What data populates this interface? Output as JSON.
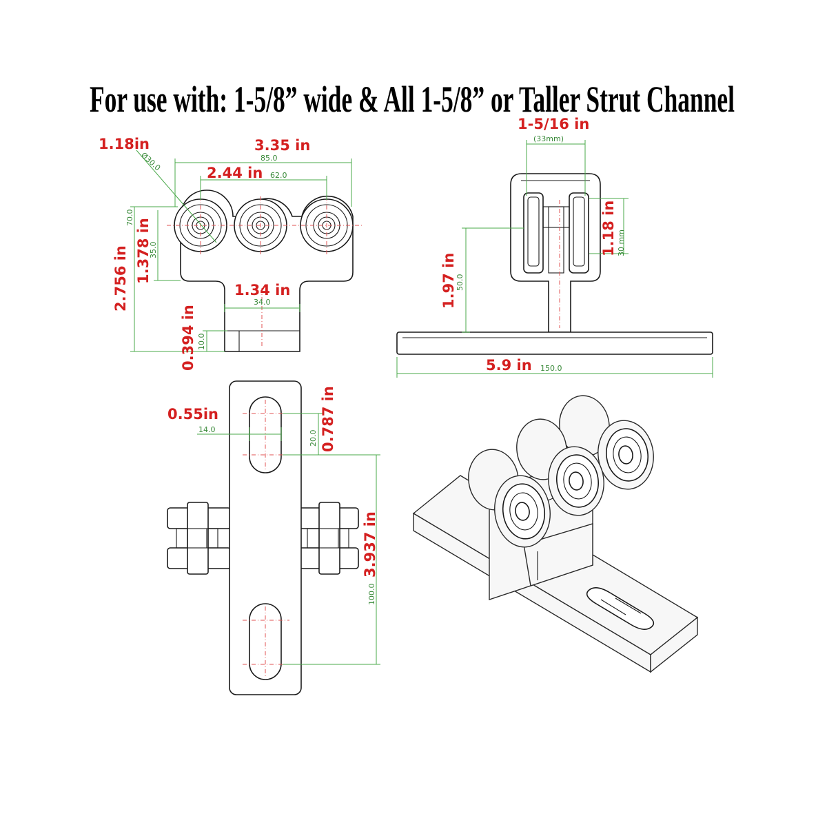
{
  "title": "For use with: 1-5/8” wide & All 1-5/8” or Taller Strut Channel",
  "front_view": {
    "wheel_diameter_in": "1.18in",
    "wheel_diameter_mm": "Ø30.0",
    "overall_width_in": "3.35 in",
    "overall_width_mm": "85.0",
    "wheel_spacing_in": "2.44 in",
    "wheel_spacing_mm": "62.0",
    "overall_height_in": "2.756 in",
    "overall_height_mm": "70.0",
    "axle_height_in": "1.378 in",
    "axle_height_mm": "35.0",
    "stem_width_in": "1.34 in",
    "stem_width_mm": "34.0",
    "plate_thickness_in": "0.394 in",
    "plate_thickness_mm": "10.0"
  },
  "side_view": {
    "wheel_gap_in": "1-5/16 in",
    "wheel_gap_mm": "(33mm)",
    "wheel_height_in": "1.18 in",
    "wheel_height_mm": "30 mm",
    "axle_height_in": "1.97 in",
    "axle_height_mm": "50.0",
    "plate_length_in": "5.9 in",
    "plate_length_mm": "150.0"
  },
  "top_view": {
    "slot_width_in": "0.55in",
    "slot_width_mm": "14.0",
    "slot_length_in": "0.787 in",
    "slot_length_mm": "20.0",
    "slot_spacing_in": "3.937 in",
    "slot_spacing_mm": "100.0"
  }
}
